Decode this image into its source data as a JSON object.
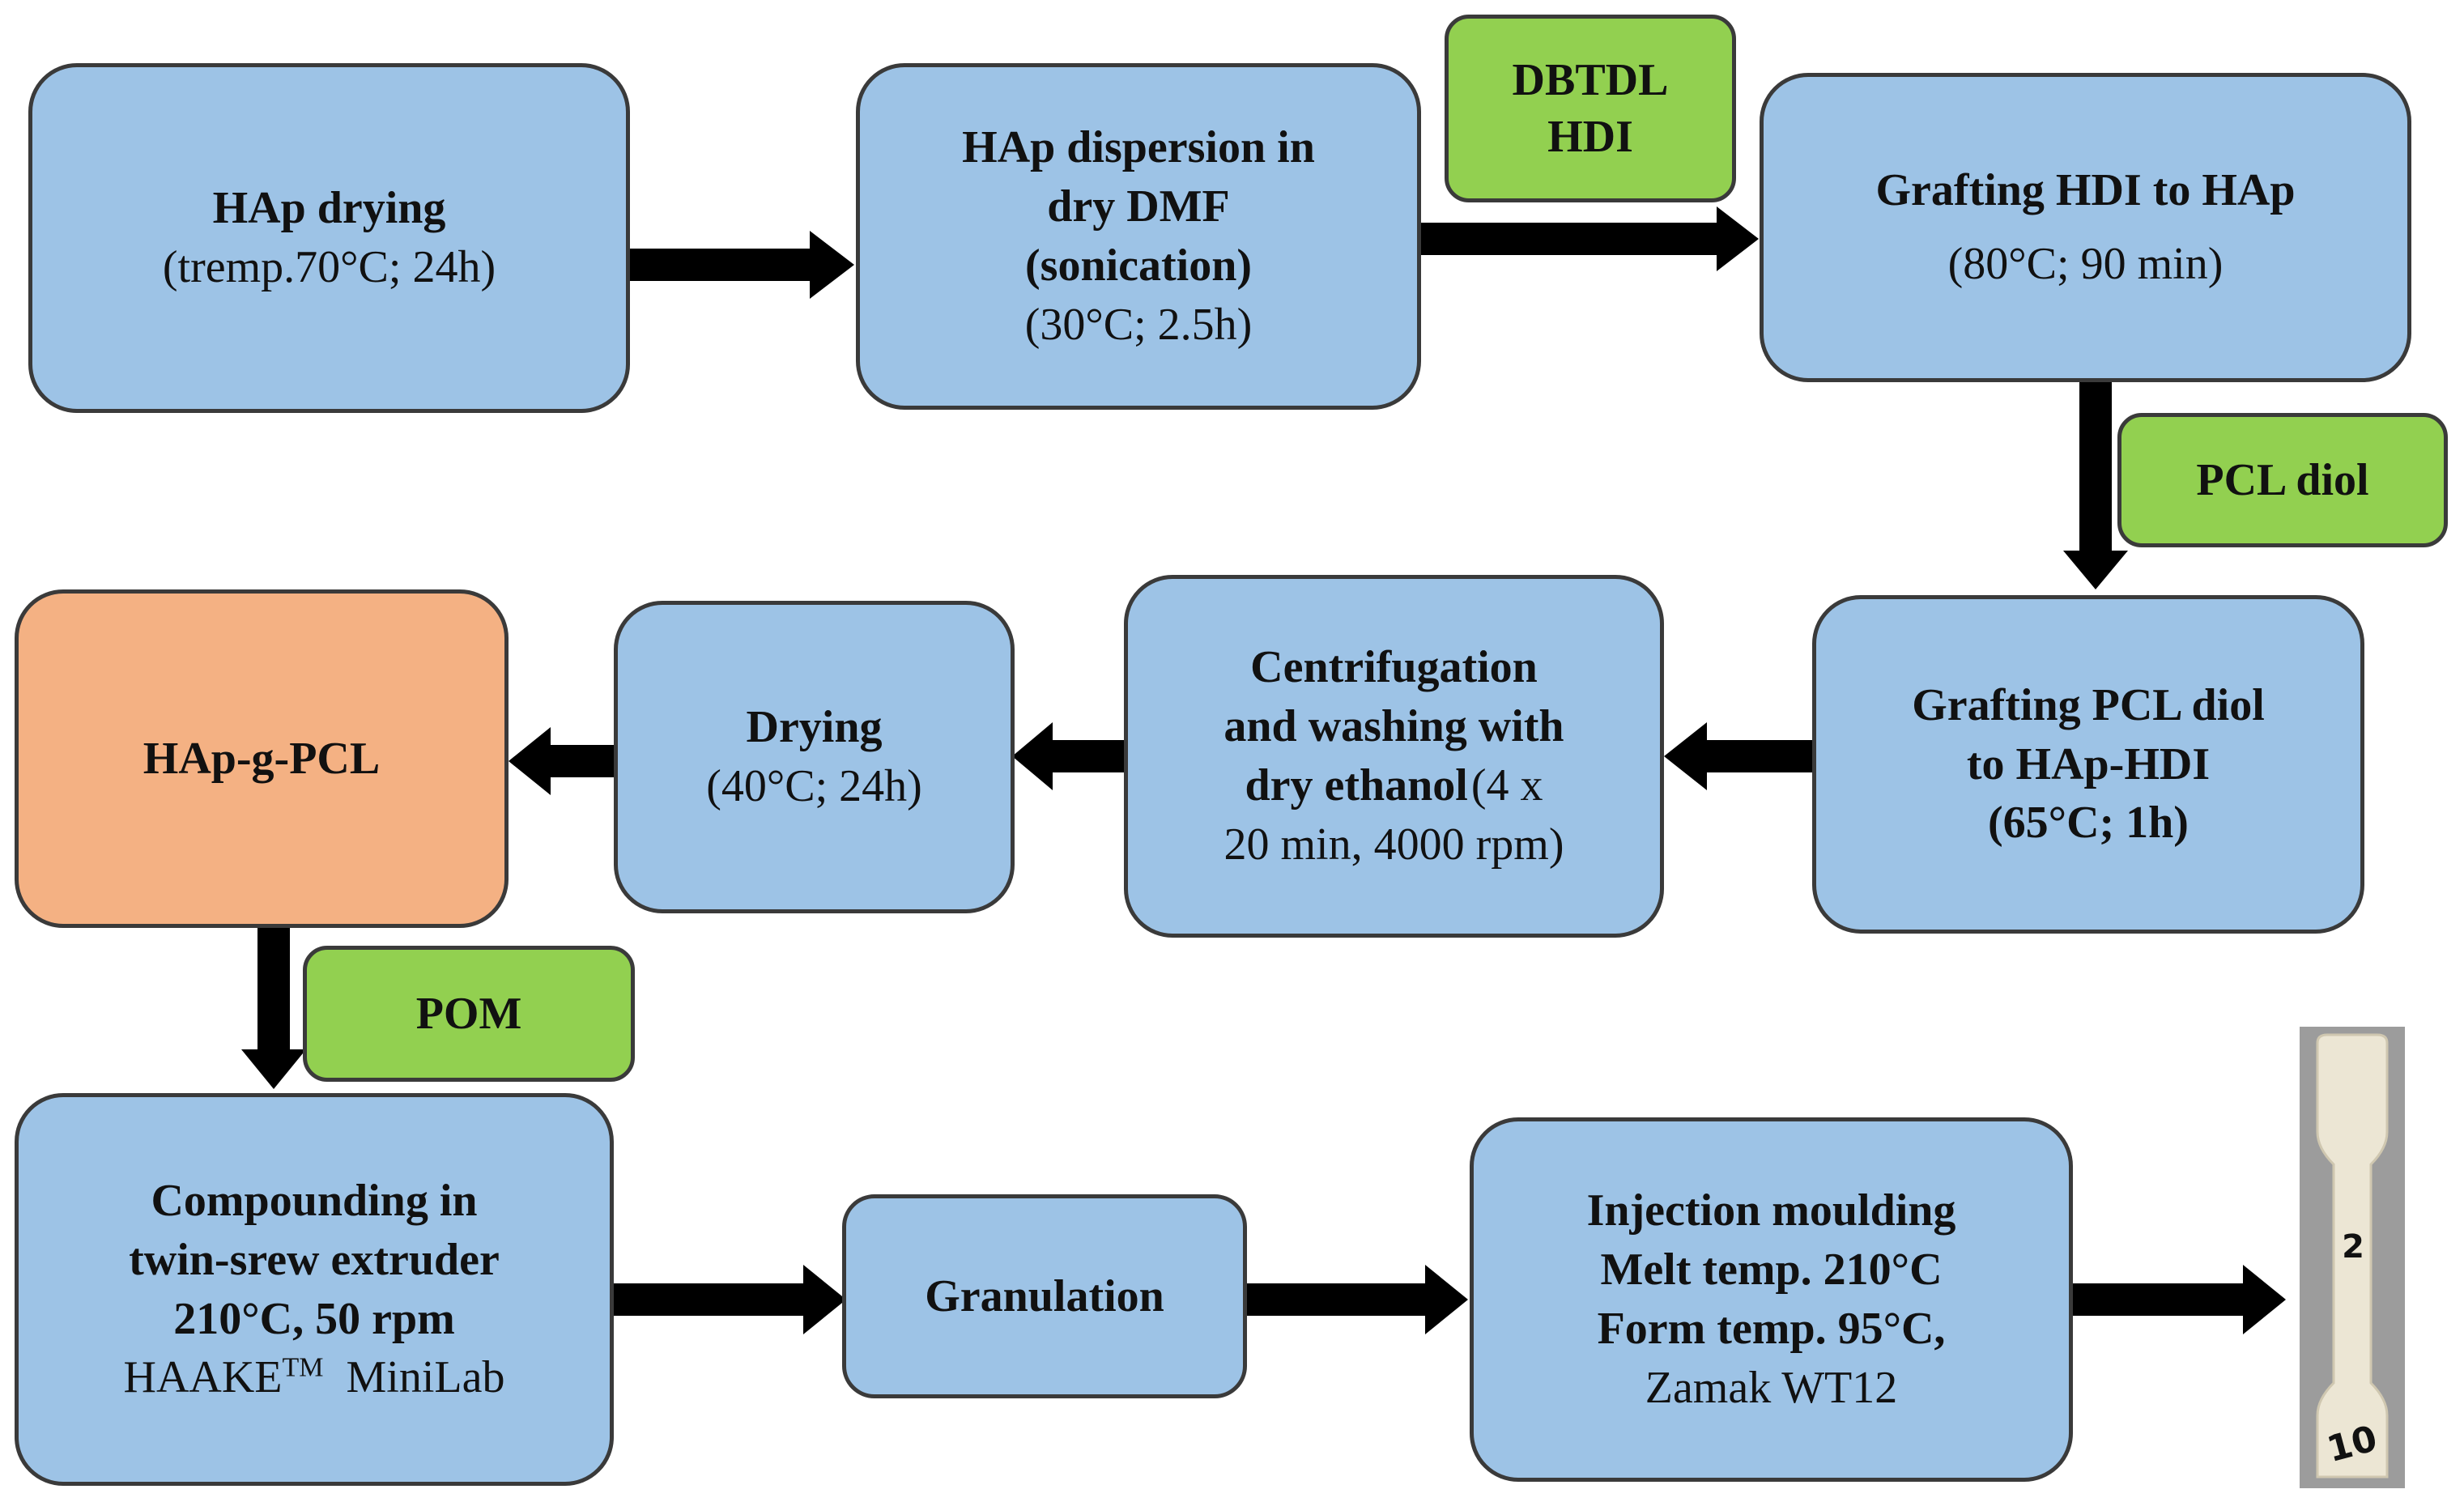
{
  "boxes": {
    "hap_drying": {
      "title": "HAp drying",
      "detail": "(tremp.70°C; 24h)"
    },
    "hap_dispersion": {
      "line1": "HAp dispersion in",
      "line2": "dry DMF",
      "line3": "(sonication)",
      "detail": "(30°C; 2.5h)"
    },
    "grafting_hdi": {
      "title": "Grafting HDI to HAp",
      "detail": "(80°C; 90 min)"
    },
    "grafting_pcl": {
      "line1": "Grafting PCL diol",
      "line2": "to HAp-HDI",
      "line3": "(65°C; 1h)"
    },
    "centrifugation": {
      "line1": "Centrifugation",
      "line2": "and washing with",
      "line3": "dry ethanol",
      "line3_detail": "(4 x",
      "line4": "20 min, 4000 rpm)"
    },
    "drying": {
      "title": "Drying",
      "detail": "(40°C; 24h)"
    },
    "hap_g_pcl": {
      "title": "HAp-g-PCL"
    },
    "compounding": {
      "line1": "Compounding in",
      "line2": "twin-srew extruder",
      "line3": "210°C, 50 rpm",
      "line4_a": "HAAKE",
      "line4_sup": "TM",
      "line4_b": "MiniLab"
    },
    "granulation": {
      "title": "Granulation"
    },
    "injection": {
      "line1": "Injection moulding",
      "line2": "Melt temp. 210°C",
      "line3": "Form temp. 95°C,",
      "line4": "Zamak WT12"
    }
  },
  "tags": {
    "dbtdl_hdi": {
      "line1": "DBTDL",
      "line2": "HDI"
    },
    "pcl_diol": {
      "label": "PCL diol"
    },
    "pom": {
      "label": "POM"
    }
  },
  "specimen": {
    "label_top": "2",
    "label_bottom": "10"
  },
  "colors": {
    "process_box": "#9dc3e6",
    "product_box": "#f4b183",
    "reagent_tag": "#92d050",
    "arrow": "#000000"
  }
}
